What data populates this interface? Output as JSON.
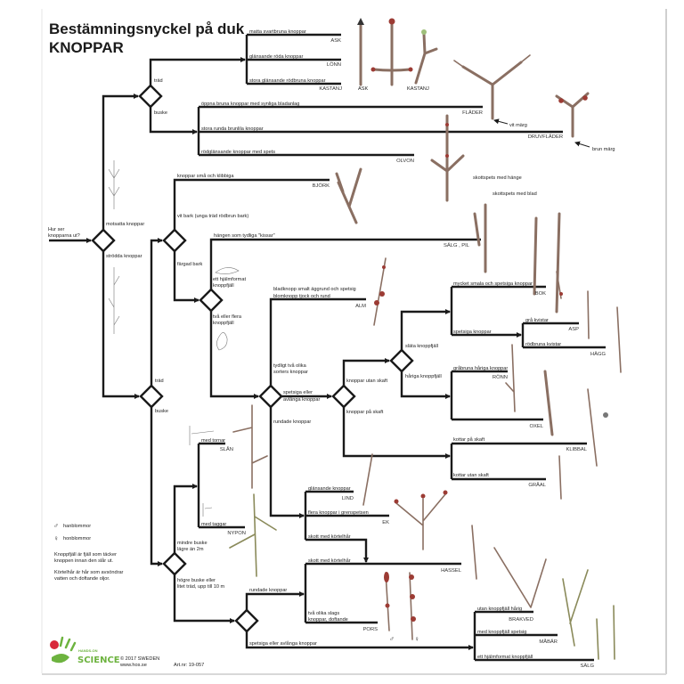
{
  "title": {
    "line1": "Bestämningsnyckel på duk",
    "line2": "KNOPPAR"
  },
  "start": {
    "q1": "Hur ser",
    "q2": "knopparna ut?",
    "opposite": "motsatta knoppar",
    "alternate": "strödda knoppar"
  },
  "opposite": {
    "tree": "träd",
    "shrub": "buske",
    "matte": "matta svartbruna knoppar",
    "ask": "ASK",
    "shiny_red": "glänsande röda knoppar",
    "lonn": "LÖNN",
    "large_shiny": "stora glänsande rödbruna knoppar",
    "kastanj": "KASTANJ",
    "open_brown": "öppna bruna knoppar med synliga bladanlag",
    "flader": "FLÄDER",
    "round_purple": "stora runda brunlila knoppar",
    "druvflader": "DRUVFLÄDER",
    "red_pointed": "rödglänsande knoppar med spets",
    "olvon": "OLVON",
    "img_ask": "ASK",
    "img_kastanj": "KASTANJ",
    "white_pith": "vit märg",
    "brown_pith": "brun märg"
  },
  "alternate": {
    "tree": "träd",
    "shrub": "buske",
    "small_sticky": "knoppar små och klibbiga",
    "bjork": "BJÖRK",
    "white_bark": "vit bark (unga träd rödbrun bark)",
    "coloured_bark": "färgad bark",
    "catkins": "hängen som tydliga \"kissar\"",
    "salg_pil": "SÄLG , PIL",
    "shoot_catkin": "skottspets med hänge",
    "shoot_leaf": "skottspets med blad",
    "helmet1": "ett hjälmformat",
    "helmet2": "knoppfjäll",
    "two_scales1": "två eller flera",
    "two_scales2": "knoppfjäll",
    "alm1": "bladknopp smalt äggrund och spetsig",
    "alm2": "blomknopp  tjock och rund",
    "alm": "ALM",
    "two_kinds1": "tydligt två olika",
    "two_kinds2": "sorters knoppar",
    "pointed1": "spetsiga eller",
    "pointed2": "avlånga knoppar",
    "rounded": "rundade knoppar",
    "no_stalk": "knoppar utan skaft",
    "stalk": "knoppar på skaft",
    "smooth": "släta knoppfjäll",
    "hairy": "håriga knoppfjäll",
    "very_narrow": "mycket smala och spetsiga knoppar",
    "bok": "BOK",
    "pointed_buds": "spetsiga knoppar",
    "grey_twigs": "grå kvistar",
    "asp": "ASP",
    "redbrown_twigs": "rödbruna kvistar",
    "hagg": "HÄGG",
    "greybrown_hairy": "gråbruna håriga knoppar",
    "ronn": "RÖNN",
    "oxel": "OXEL",
    "cones_stalk": "kottar på skaft",
    "klibbal": "KLIBBAL",
    "cones_nostalk": "kottar utan skaft",
    "graal": "GRÅAL",
    "shiny": "glänsande knoppar",
    "lind": "LIND",
    "several_tip": "flera knoppar i grenspetsen",
    "ek": "EK",
    "glandular1": "skott med körtelhår",
    "thorns": "med tornar",
    "slan": "SLÅN",
    "prickles": "med taggar",
    "nypon": "NYPON",
    "small_shrub1": "mindre buske",
    "small_shrub2": "lägre än 2m",
    "tall_shrub1": "högre buske eller",
    "tall_shrub2": "litet träd, upp till 10 m",
    "rounded2": "rundade knoppar",
    "glandular2": "skott med körtelhår",
    "hassel": "HASSEL",
    "two_kinds_fragrant1": "två olika slags",
    "two_kinds_fragrant2": "knoppar, doftande",
    "pors": "PORS",
    "male_sym": "♂",
    "female_sym": "♀",
    "pointed_long": "spetsiga eller avlånga knoppar",
    "no_scales_hairy": "utan knoppfjäll hårig",
    "brakved": "BRAKVED",
    "scales_pointed": "med knoppfjäll spetsig",
    "mabar": "MÅBÄR",
    "helmet_scale": "ett hjälmformat knoppfjäll",
    "salg": "SÄLG"
  },
  "legend": {
    "male_sym": "♂",
    "male": "hanblommor",
    "female_sym": "♀",
    "female": "honblommor",
    "scale_def1": "Knoppfjäll är fjäll som täcker",
    "scale_def2": "knoppen innan den slår ut.",
    "gland_def1": "Körtelhår är hår som avsöndrar",
    "gland_def2": "vatten och doftande oljor."
  },
  "footer": {
    "logo_top": "HANDS-ON",
    "logo_main": "SCIENCE",
    "copyright": "© 2017 SWEDEN",
    "url": "www.hos.se",
    "article": "Art.nr: 19-057"
  },
  "colors": {
    "line": "#1a1a1a",
    "twig": "#8a6f62",
    "bud": "#9c3b34",
    "logo_green": "#6db33f",
    "logo_red": "#d8283a"
  }
}
